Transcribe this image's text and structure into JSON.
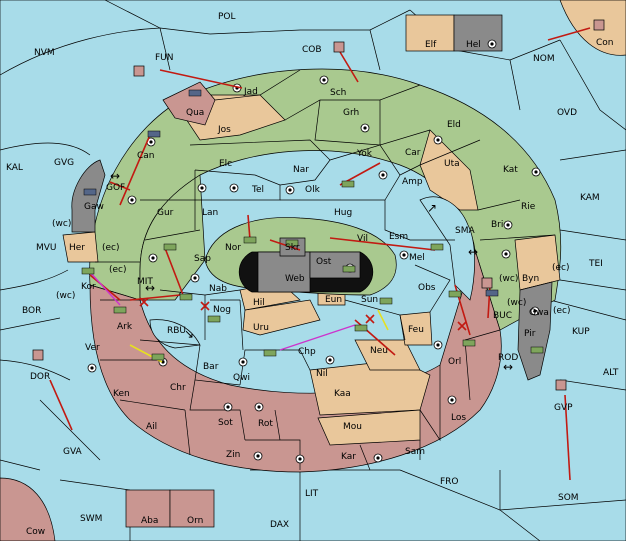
{
  "colors": {
    "sea": "#a8dce9",
    "green_power": "#a9c98f",
    "tan_power": "#e9c79b",
    "red_power": "#c99691",
    "grey_power": "#8a8a8a",
    "impassable": "#111111",
    "move_order": "#c21a12",
    "support_order": "#e6e020",
    "convoy_order": "#cc33cc"
  },
  "sea_labels": {
    "pol": "POL",
    "nvm": "NVM",
    "fun": "FUN",
    "cob": "COB",
    "nom": "NOM",
    "ovd": "OVD",
    "kal": "KAL",
    "gvg": "GVG",
    "kam": "KAM",
    "gof": "GOF",
    "mvu": "MVU",
    "sma": "SMA",
    "tei": "TEI",
    "mit": "MIT",
    "bor": "BOR",
    "buc": "BUC",
    "kup": "KUP",
    "rbu": "RBU",
    "rod": "ROD",
    "alt": "ALT",
    "dor": "DOR",
    "gva": "GVA",
    "fro": "FRO",
    "lit": "LIT",
    "swm": "SWM",
    "dax": "DAX",
    "som": "SOM",
    "gvp": "GVP"
  },
  "land_labels": {
    "elf": "Elf",
    "hel": "Hel",
    "con": "Con",
    "jad": "Jad",
    "qua": "Qua",
    "sch": "Sch",
    "jos": "Jos",
    "grh": "Grh",
    "eld": "Eld",
    "can": "Can",
    "yok": "Yok",
    "car": "Car",
    "uta": "Uta",
    "elc": "Elc",
    "nar": "Nar",
    "kat": "Kat",
    "tel": "Tel",
    "olk": "Olk",
    "amp": "Amp",
    "gaw": "Gaw",
    "gur": "Gur",
    "rie": "Rie",
    "lan": "Lan",
    "hug": "Hug",
    "bri": "Bri",
    "vil": "Vil",
    "esm": "Esm",
    "her": "Her",
    "nor": "Nor",
    "skr": "Skr",
    "mel": "Mel",
    "sap": "Sap",
    "web": "Web",
    "ost": "Ost",
    "byn": "Byn",
    "kor": "Kor",
    "nab": "Nab",
    "eun": "Eun",
    "obs": "Obs",
    "hil": "Hil",
    "sun": "Sun",
    "gwa": "Gwa",
    "ark": "Ark",
    "nog": "Nog",
    "uru": "Uru",
    "feu": "Feu",
    "pir": "Pir",
    "ver": "Ver",
    "chp": "Chp",
    "neu": "Neu",
    "bar": "Bar",
    "qwi": "Qwi",
    "orl": "Orl",
    "chr": "Chr",
    "nil": "Nil",
    "ken": "Ken",
    "kaa": "Kaa",
    "los": "Los",
    "ail": "Ail",
    "sot": "Sot",
    "rot": "Rot",
    "mou": "Mou",
    "zin": "Zin",
    "kar": "Kar",
    "sam": "Sam",
    "aba": "Aba",
    "orn": "Orn",
    "cow": "Cow"
  },
  "coast_tags": {
    "gaw_wc": "(wc)",
    "her_ec": "(ec)",
    "kor_ec": "(ec)",
    "kor_wc": "(wc)",
    "byn_ec": "(ec)",
    "buc_wc": "(wc)",
    "gwa_wc": "(wc)",
    "gwa_ec": "(ec)"
  },
  "units": {
    "fleet_jad": "fleet",
    "fleet_can": "fleet",
    "fleet_gaw": "fleet",
    "fleet_buc": "fleet",
    "army_con": "army",
    "army_cob": "army",
    "army_fun": "army",
    "army_dor": "army",
    "army_gvp": "army",
    "army_bri": "army"
  }
}
